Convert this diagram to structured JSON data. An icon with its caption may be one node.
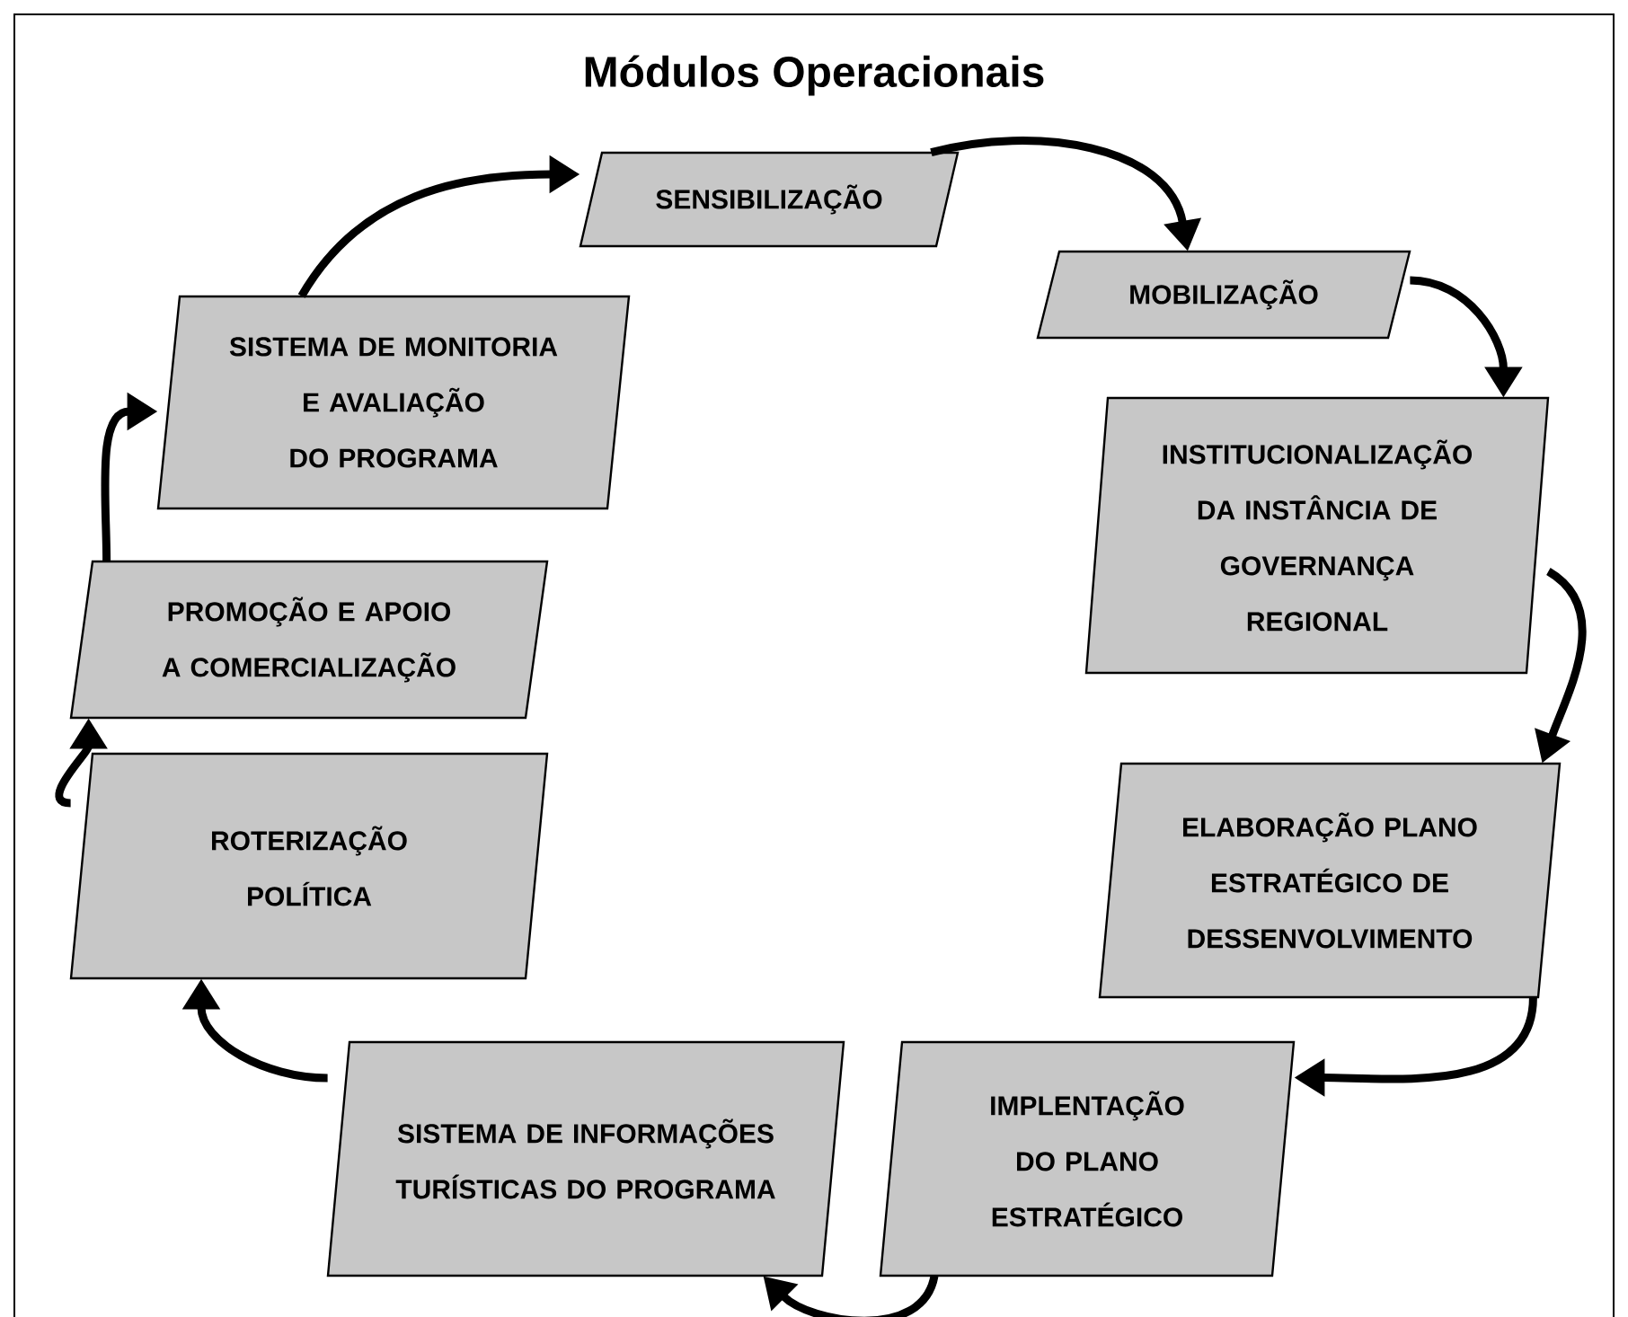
{
  "diagram": {
    "title": "Módulos Operacionais",
    "nodes": [
      {
        "text": [
          "SENSIBILIZAÇÃO"
        ]
      },
      {
        "text": [
          "MOBILIZAÇÃO"
        ]
      },
      {
        "text": [
          "INSTITUCIONALIZAÇÃO DA INSTÂNCIA DE GOVERNANÇA REGIONAL"
        ]
      },
      {
        "text": [
          "ELABORAÇÃO PLANO ESTRATÉGICO DE DESSENVOLVIMENTO"
        ]
      },
      {
        "text": [
          "IMPLENTAÇÃO DO PLANO ESTRATÉGICO"
        ]
      },
      {
        "text": [
          "SISTEMA DE INFORMAÇÕES TURÍSTICAS DO PROGRAMA"
        ]
      },
      {
        "text": [
          "ROTERIZAÇÃO POLÍTICA"
        ]
      },
      {
        "text": [
          "PROMOÇÃO E APOIO A COMERCIALIZAÇÃO"
        ]
      },
      {
        "text": [
          "SISTEMA DE MONITORIA E AVALIAÇÃO DO PROGRAMA"
        ]
      }
    ],
    "edges": [
      {
        "from": 0,
        "to": 1,
        "arrow": "to"
      },
      {
        "from": 1,
        "to": 2,
        "arrow": "to"
      },
      {
        "from": 2,
        "to": 3,
        "arrow": "to"
      },
      {
        "from": 3,
        "to": 4,
        "arrow": "to"
      },
      {
        "from": 4,
        "to": 5,
        "arrow": "to"
      },
      {
        "from": 5,
        "to": 6,
        "arrow": "to"
      },
      {
        "from": 6,
        "to": 7,
        "arrow": "to"
      },
      {
        "from": 7,
        "to": 8,
        "arrow": "to"
      },
      {
        "from": 8,
        "to": 0,
        "arrow": "to"
      }
    ]
  }
}
